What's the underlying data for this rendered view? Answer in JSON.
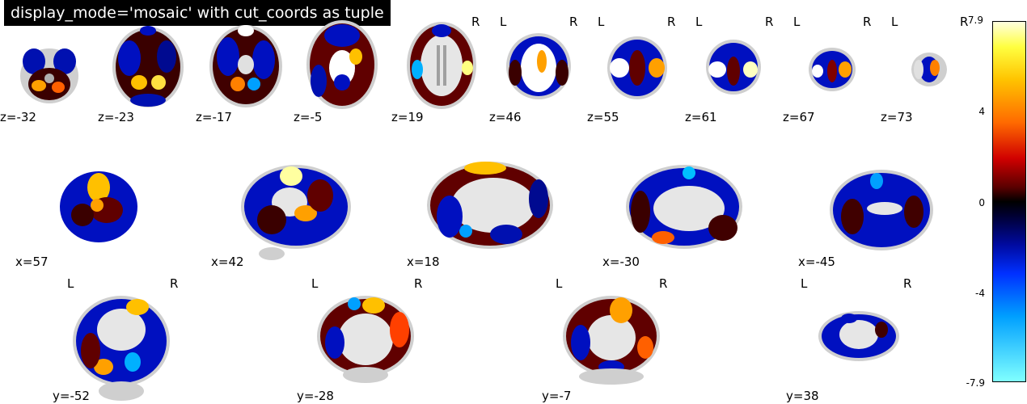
{
  "title": "display_mode='mosaic' with cut_coords as tuple",
  "orientation": {
    "left": "L",
    "right": "R"
  },
  "axial_cuts": [
    "z=-32",
    "z=-23",
    "z=-17",
    "z=-5",
    "z=19",
    "z=46",
    "z=55",
    "z=61",
    "z=67",
    "z=73"
  ],
  "sagittal_cuts": [
    "x=57",
    "x=42",
    "x=18",
    "x=-30",
    "x=-45"
  ],
  "coronal_cuts": [
    "y=-52",
    "y=-28",
    "y=-7",
    "y=38"
  ],
  "colorbar": {
    "max_label": "7.9",
    "ticks": [
      "7.9",
      "4",
      "0",
      "-4",
      "-7.9"
    ],
    "colormap": "cold_hot",
    "colors": {
      "hot": "#ff2000",
      "yellow": "#ffff60",
      "cold": "#0010c0",
      "cyan": "#80ffff",
      "background": "#000000"
    }
  }
}
